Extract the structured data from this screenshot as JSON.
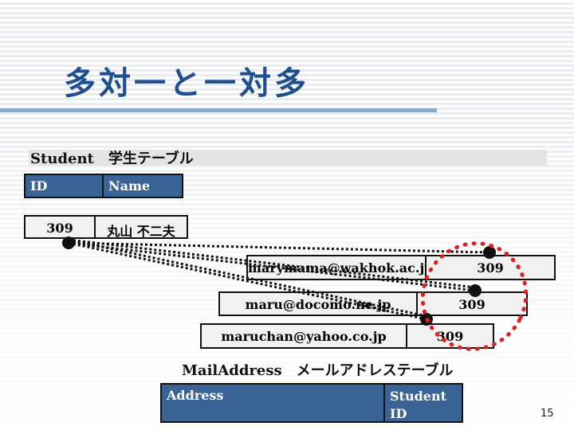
{
  "slide": {
    "title": "多対一と一対多",
    "page_number": "15"
  },
  "student_table": {
    "label": "Student　学生テーブル",
    "headers": [
      "ID",
      "Name"
    ],
    "row": {
      "id": "309",
      "name": "丸山 不二夫"
    }
  },
  "mail_table": {
    "label": "MailAddress　メールアドレステーブル",
    "headers": [
      "Address",
      "Student ID"
    ],
    "rows": [
      {
        "address": "marymama@wakhok.ac.jp",
        "student_id": "309"
      },
      {
        "address": "maru@docomo.ne.jp",
        "student_id": "309"
      },
      {
        "address": "maruchan@yahoo.co.jp",
        "student_id": "309"
      }
    ]
  },
  "colors": {
    "title": "#1f4f8f",
    "header_fill": "#3a6496",
    "highlight_circle": "#e02020"
  }
}
